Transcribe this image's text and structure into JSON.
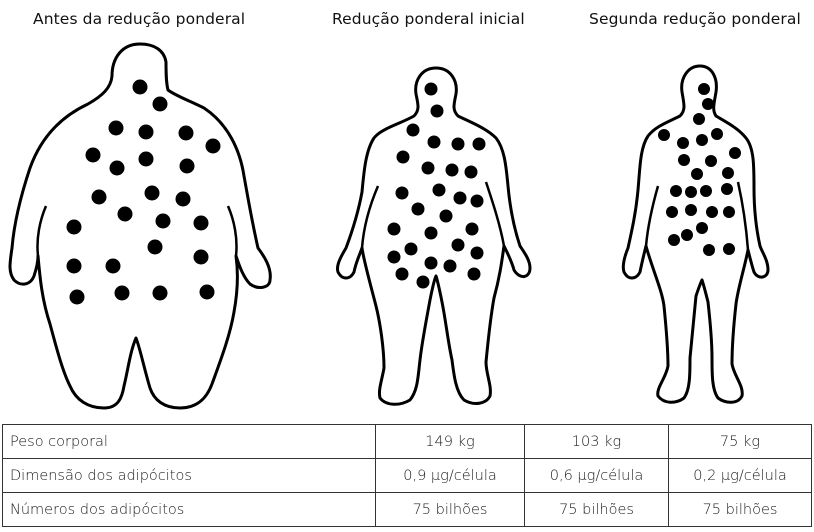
{
  "stages": [
    {
      "title": "Antes da redução ponderal"
    },
    {
      "title": "Redução ponderal inicial"
    },
    {
      "title": "Segunda redução ponderal"
    }
  ],
  "table": {
    "rows": [
      {
        "label": "Peso corporal",
        "values": [
          "149 kg",
          "103 kg",
          "75 kg"
        ]
      },
      {
        "label": "Dimensão dos adipócitos",
        "values": [
          "0,9 µg/célula",
          "0,6 µg/célula",
          "0,2 µg/célula"
        ]
      },
      {
        "label": "Números dos adipócitos",
        "values": [
          "75 bilhões",
          "75 bilhões",
          "75 bilhões"
        ]
      }
    ]
  }
}
